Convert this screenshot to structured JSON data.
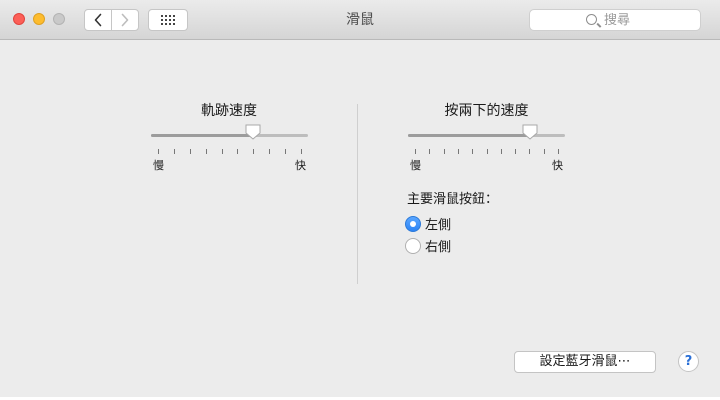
{
  "window": {
    "title": "滑鼠",
    "nav_back_glyph": "‹",
    "nav_forward_glyph": "›"
  },
  "search": {
    "placeholder": "搜尋"
  },
  "tracking": {
    "title": "軌跡速度",
    "min_label": "慢",
    "max_label": "快",
    "value": 0.65,
    "tick_count": 10
  },
  "double_click": {
    "title": "按兩下的速度",
    "min_label": "慢",
    "max_label": "快",
    "value": 0.78,
    "tick_count": 11
  },
  "primary_button": {
    "label": "主要滑鼠按鈕：",
    "options": [
      {
        "label": "左側",
        "selected": true
      },
      {
        "label": "右側",
        "selected": false
      }
    ]
  },
  "footer": {
    "bluetooth_button": "設定藍牙滑鼠⋯",
    "help_glyph": "?"
  },
  "colors": {
    "accent": "#2c84f5",
    "close": "#fc5f57",
    "minimize": "#fdbc2e",
    "zoom": "#c9c9c9"
  }
}
